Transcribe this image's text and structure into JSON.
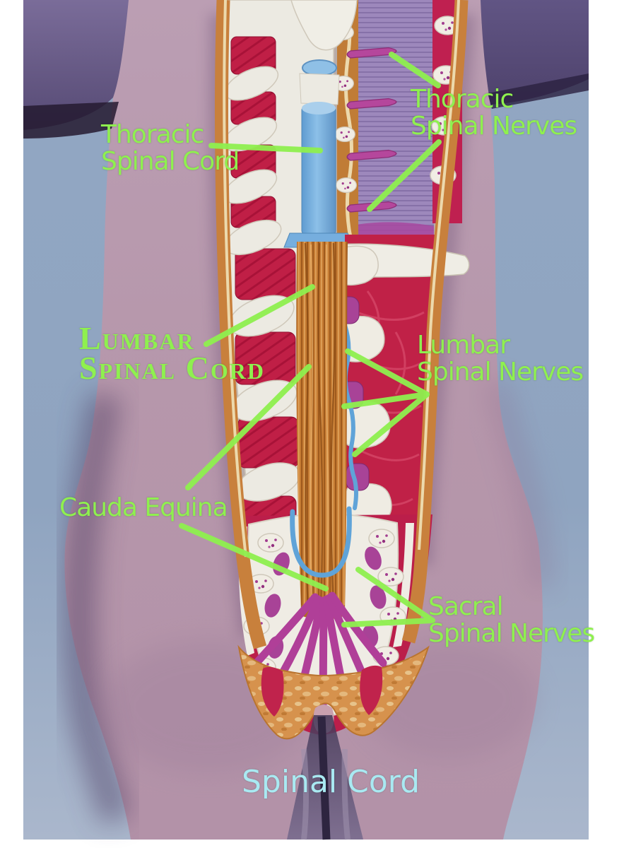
{
  "annotations": {
    "thoracic_spinal_cord": {
      "line1": "Thoracic",
      "line2": "Spinal Cord"
    },
    "thoracic_spinal_nerves": {
      "line1": "Thoracic",
      "line2": "Spinal Nerves"
    },
    "lumbar_spinal_cord": {
      "line1": "Lumbar",
      "line2": "Spinal Cord"
    },
    "lumbar_spinal_nerves": {
      "line1": "Lumbar",
      "line2": "Spinal Nerves"
    },
    "cauda_equina": {
      "line1": "Cauda Equina"
    },
    "sacral_spinal_nerves": {
      "line1": "Sacral",
      "line2": "Spinal Nerves"
    }
  },
  "footer_title": {
    "text": "Spinal Cord"
  },
  "colors": {
    "annotation_green": "#8FF04F",
    "footer_cyan": "#A9E9F2",
    "spinal_cord_blue": "#76AEDE",
    "cauda_equina_orange": "#C67C33",
    "nerve_magenta": "#B5479C",
    "muscle_red": "#C02147",
    "bone_white": "#ECEAE2"
  }
}
